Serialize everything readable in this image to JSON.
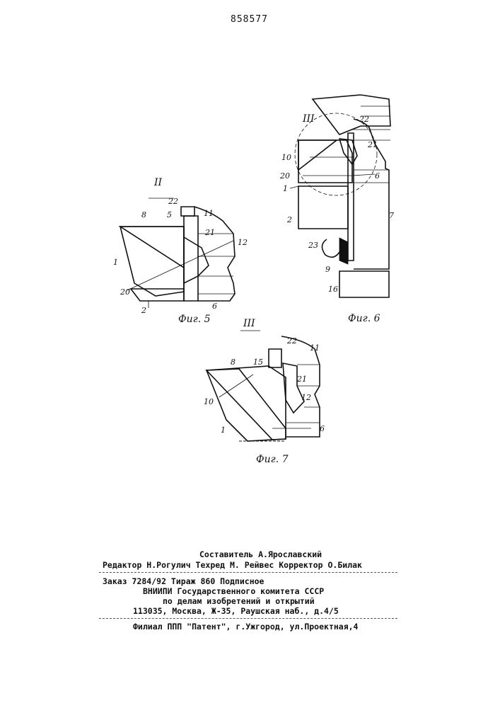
{
  "patent_number": "858577",
  "figures": {
    "fig5": {
      "view_label": "II",
      "caption": "Фиг. 5",
      "labels": [
        "8",
        "5",
        "22",
        "11",
        "21",
        "12",
        "1",
        "20",
        "2",
        "6"
      ]
    },
    "fig6": {
      "view_label": "III",
      "caption": "Фиг. 6",
      "labels": [
        "22",
        "21",
        "6",
        "10",
        "20",
        "1",
        "2",
        "7",
        "23",
        "9",
        "16"
      ]
    },
    "fig7": {
      "view_label": "III",
      "caption": "Фиг. 7",
      "labels": [
        "22",
        "11",
        "8",
        "15",
        "21",
        "10",
        "12",
        "1",
        "6"
      ]
    }
  },
  "imprint": {
    "line1": "Составитель А.Ярославский",
    "line2": "Редактор Н.Рогулич Техред М. Рейвес        Корректор О.Билак",
    "line3": "Заказ 7284/92      Тираж 860           Подписное",
    "line4": "ВНИИПИ Государственного комитета СССР",
    "line5": "по делам изобретений и открытий",
    "line6": "113035, Москва, Ж-35, Раушская наб., д.4/5",
    "line7": "Филиал ППП \"Патент\", г.Ужгород, ул.Проектная,4"
  }
}
